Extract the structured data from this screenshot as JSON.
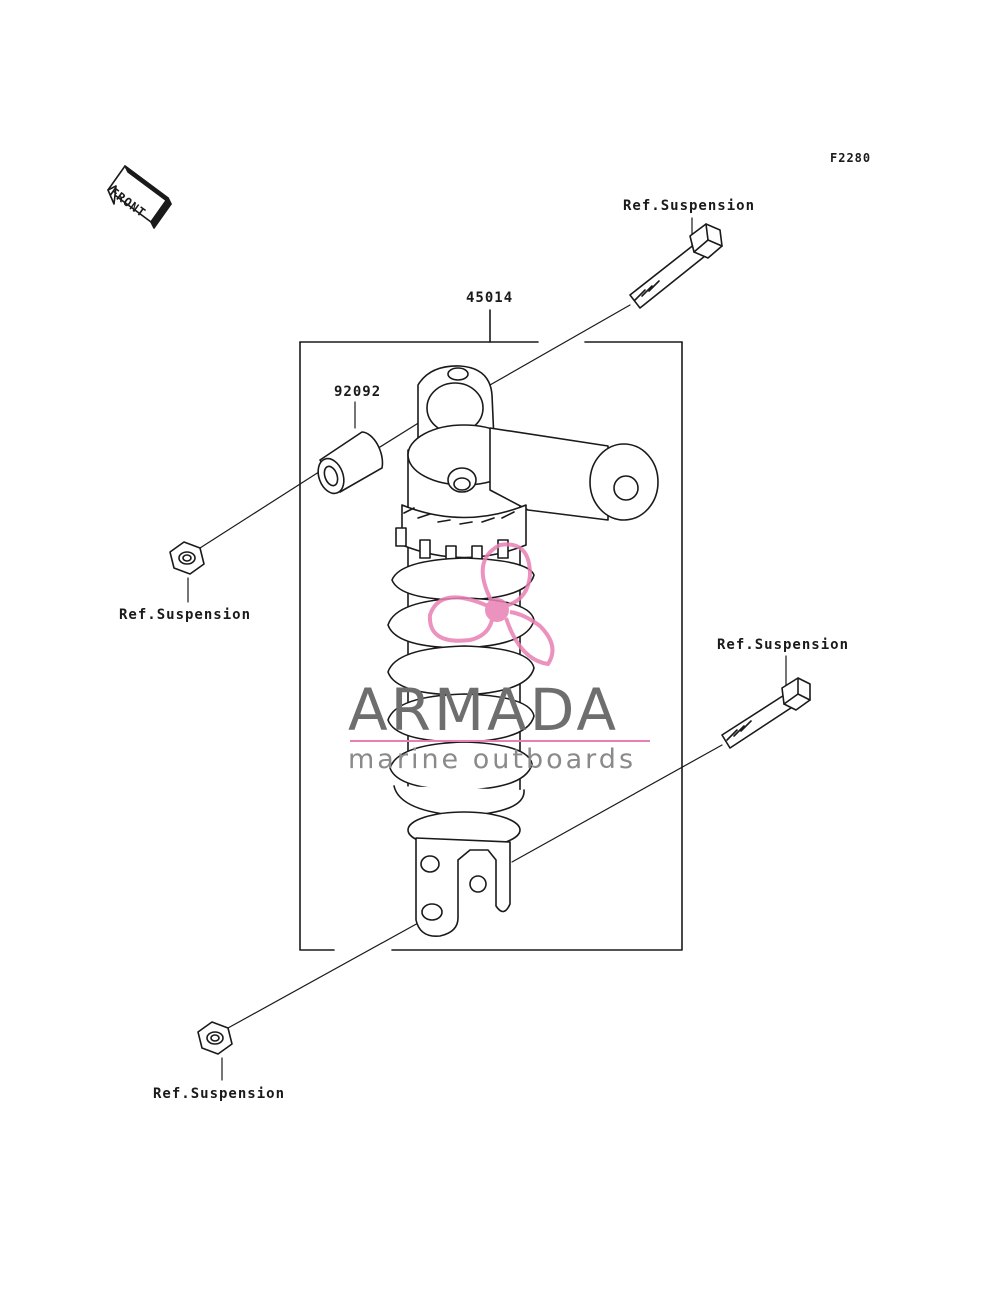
{
  "diagram_code": "F2280",
  "front_label": "FRONT",
  "callouts": {
    "part_45014": "45014",
    "part_92092": "92092",
    "ref_top_bolt": "Ref.Suspension",
    "ref_upper_nut": "Ref.Suspension",
    "ref_lower_bolt": "Ref.Suspension",
    "ref_lower_nut": "Ref.Suspension"
  },
  "watermark": {
    "title": "ARMADA",
    "subtitle": "marine outboards",
    "title_color": "#6e6e6e",
    "accent_color": "#e87fb4"
  },
  "colors": {
    "line": "#1a1a1a",
    "background": "#ffffff"
  }
}
